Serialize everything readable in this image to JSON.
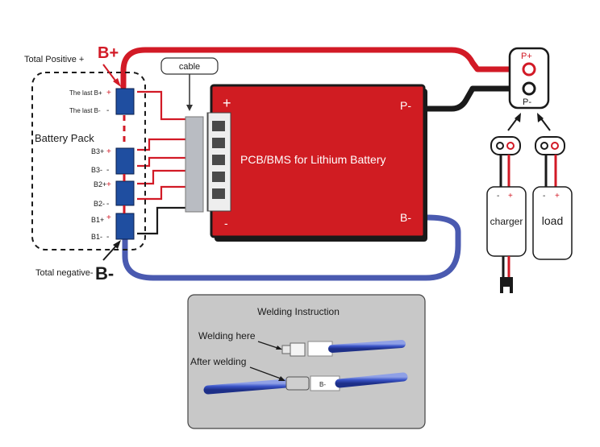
{
  "labels": {
    "b_plus": "B+",
    "b_minus": "B-",
    "total_positive": "Total Positive +",
    "total_negative": "Total negative-",
    "battery_pack": "Battery Pack",
    "the_last_bplus": "The last B+",
    "the_last_bminus": "The last B-",
    "b3_plus": "B3+",
    "b3_minus": "B3-",
    "b2_plus": "B2+",
    "b2_minus": "B2-",
    "b1_plus": "B1+",
    "b1_minus": "B1-",
    "cable": "cable",
    "pcb_title": "PCB/BMS for Lithium Battery",
    "pcb_plus": "+",
    "pcb_minus": "-",
    "p_minus_terminal": "P-",
    "b_minus_terminal": "B-",
    "p_plus_port": "P+",
    "p_minus_port": "P-",
    "charger": "charger",
    "load": "load",
    "plus_sign": "+",
    "minus_sign": "-"
  },
  "welding": {
    "title": "Welding Instruction",
    "welding_here": "Welding here",
    "after_welding": "After welding",
    "tag_b_minus": "B-"
  },
  "colors": {
    "positive_wire": "#d21a26",
    "negative_wire": "#1a1a1a",
    "blue_wire": "#4a5ab0",
    "pcb_red": "#d01c22",
    "cell_blue": "#1f4ea0",
    "panel_bg": "#c8c8c8"
  }
}
